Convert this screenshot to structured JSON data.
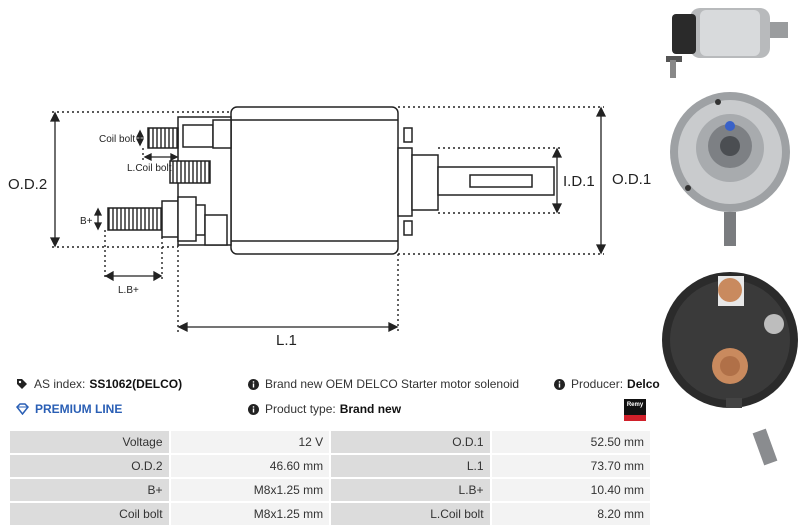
{
  "drawing": {
    "labels": {
      "od2": "O.D.2",
      "od1": "O.D.1",
      "id1": "I.D.1",
      "l1": "L.1",
      "lb": "L.B+",
      "bplus": "B+",
      "coil_bolt": "Coil bolt",
      "lcoil_bolt": "L.Coil bolt"
    }
  },
  "info": {
    "as_index_label": "AS index:",
    "as_index_value": "SS1062(DELCO)",
    "premium_line": "PREMIUM LINE",
    "description": "Brand new OEM DELCO Starter motor solenoid",
    "product_type_label": "Product type:",
    "product_type_value": "Brand new",
    "producer_label": "Producer:",
    "producer_value": "Delco",
    "brand_logo_text": "Remy"
  },
  "specs": [
    [
      {
        "label": "Voltage",
        "value": "12 V"
      },
      {
        "label": "O.D.1",
        "value": "52.50 mm"
      }
    ],
    [
      {
        "label": "O.D.2",
        "value": "46.60 mm"
      },
      {
        "label": "L.1",
        "value": "73.70 mm"
      }
    ],
    [
      {
        "label": "B+",
        "value": "M8x1.25 mm"
      },
      {
        "label": "L.B+",
        "value": "10.40 mm"
      }
    ],
    [
      {
        "label": "Coil bolt",
        "value": "M8x1.25 mm"
      },
      {
        "label": "L.Coil bolt",
        "value": "8.20 mm"
      }
    ]
  ]
}
